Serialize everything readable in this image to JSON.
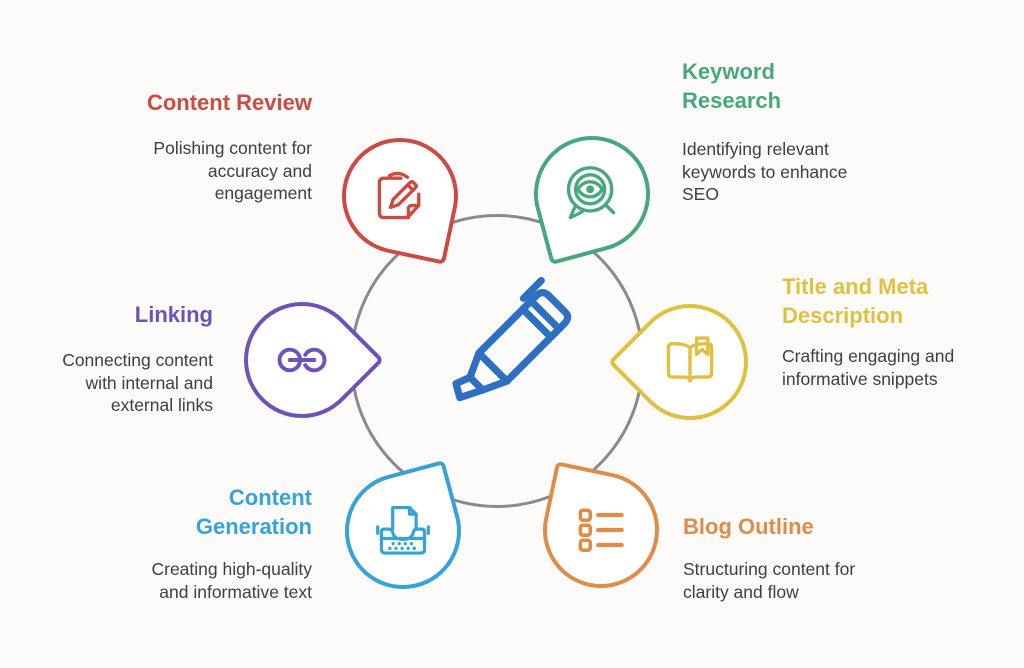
{
  "background": "#fcfbfa",
  "connector": {
    "color": "#8a8a8a"
  },
  "text": {
    "color": "#3e3e44"
  },
  "center": {
    "icon": "highlighter-marker-icon",
    "color": "#2d6fc0"
  },
  "nodes": [
    {
      "id": "content-review",
      "label": "Content Review",
      "description": "Polishing content for\naccuracy and\nengagement",
      "color": "#cb4a42",
      "icon": "document-pen-icon"
    },
    {
      "id": "keyword-research",
      "label": "Keyword\nResearch",
      "description": "Identifying relevant\nkeywords to enhance\nSEO",
      "color": "#47a87d",
      "icon": "eye-magnifier-icon"
    },
    {
      "id": "title-meta-description",
      "label": "Title and Meta\nDescription",
      "description": "Crafting engaging and\ninformative snippets",
      "color": "#dfc13f",
      "icon": "open-book-bookmark-icon"
    },
    {
      "id": "blog-outline",
      "label": "Blog Outline",
      "description": "Structuring content for\nclarity and flow",
      "color": "#de8c48",
      "icon": "checklist-icon"
    },
    {
      "id": "content-generation",
      "label": "Content\nGeneration",
      "description": "Creating high-quality\nand informative text",
      "color": "#35a3d9",
      "icon": "typewriter-icon"
    },
    {
      "id": "linking",
      "label": "Linking",
      "description": "Connecting content\nwith internal and\nexternal links",
      "color": "#6f52b8",
      "icon": "chain-link-icon"
    }
  ]
}
